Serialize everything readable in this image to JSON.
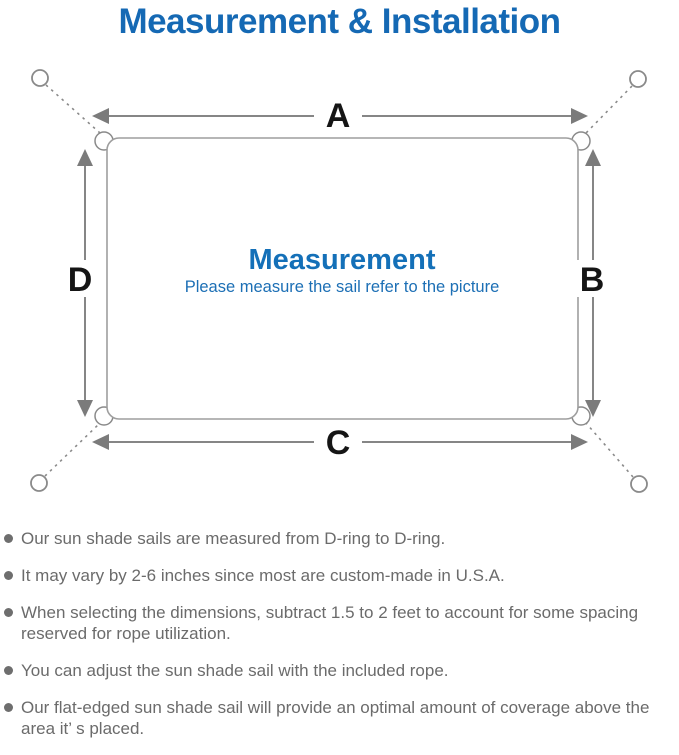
{
  "page": {
    "title": "Measurement & Installation"
  },
  "diagram": {
    "dimension_labels": {
      "top": "A",
      "right": "B",
      "bottom": "C",
      "left": "D"
    },
    "center": {
      "title": "Measurement",
      "subtitle": "Please measure the sail refer to the picture"
    },
    "colors": {
      "accent_blue": "#1569b4",
      "center_blue": "#1470b8",
      "line_gray": "#8a8a8a",
      "label_black": "#151515",
      "note_gray": "#6b6b6b"
    }
  },
  "notes": {
    "items": [
      "Our sun shade sails are measured from D-ring to D-ring.",
      "It may vary by 2-6 inches since most are custom-made in U.S.A.",
      "When selecting the dimensions, subtract 1.5 to 2 feet to account for some spacing reserved for rope utilization.",
      "You can adjust the sun shade sail with the included rope.",
      "Our flat-edged sun shade sail will provide an optimal amount of coverage above the area it’ s placed."
    ]
  }
}
